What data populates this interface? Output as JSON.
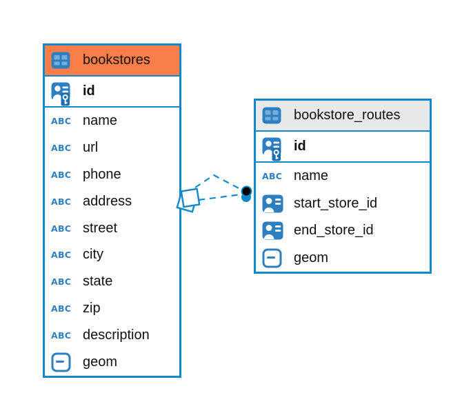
{
  "diagram": {
    "background": "#FFFFFF",
    "accent_color": "#1188C9",
    "icon_blue": "#2E7FC0",
    "icon_blue_light": "#74ACDB",
    "icon_blue_dark": "#1E6FB0",
    "endpoint_dot_color": "#000000"
  },
  "icons": {
    "table_icon": "table-grid",
    "primary_key_icon": "person-badge-with-key",
    "foreign_key_icon": "person-badge",
    "text_type_icon_glyph": "ABC",
    "geometry_type_icon": "rounded-square-dash"
  },
  "tables": [
    {
      "name": "bookstores",
      "title": "bookstores",
      "header_color": "#F97E49",
      "primary_key": {
        "name": "id",
        "icon": "primary-key-icon"
      },
      "columns": [
        {
          "name": "name",
          "icon": "text-type-icon"
        },
        {
          "name": "url",
          "icon": "text-type-icon"
        },
        {
          "name": "phone",
          "icon": "text-type-icon"
        },
        {
          "name": "address",
          "icon": "text-type-icon"
        },
        {
          "name": "street",
          "icon": "text-type-icon"
        },
        {
          "name": "city",
          "icon": "text-type-icon"
        },
        {
          "name": "state",
          "icon": "text-type-icon"
        },
        {
          "name": "zip",
          "icon": "text-type-icon"
        },
        {
          "name": "description",
          "icon": "text-type-icon"
        },
        {
          "name": "geom",
          "icon": "geometry-type-icon"
        }
      ]
    },
    {
      "name": "bookstore_routes",
      "title": "bookstore_routes",
      "header_color": "#E9E9E9",
      "primary_key": {
        "name": "id",
        "icon": "primary-key-icon"
      },
      "columns": [
        {
          "name": "name",
          "icon": "text-type-icon"
        },
        {
          "name": "start_store_id",
          "icon": "foreign-key-icon"
        },
        {
          "name": "end_store_id",
          "icon": "foreign-key-icon"
        },
        {
          "name": "geom",
          "icon": "geometry-type-icon"
        }
      ]
    }
  ],
  "relationships": [
    {
      "from_table": "bookstore_routes",
      "to_table": "bookstores",
      "style": "dashed"
    },
    {
      "from_table": "bookstore_routes",
      "to_table": "bookstores",
      "style": "dashed"
    }
  ]
}
